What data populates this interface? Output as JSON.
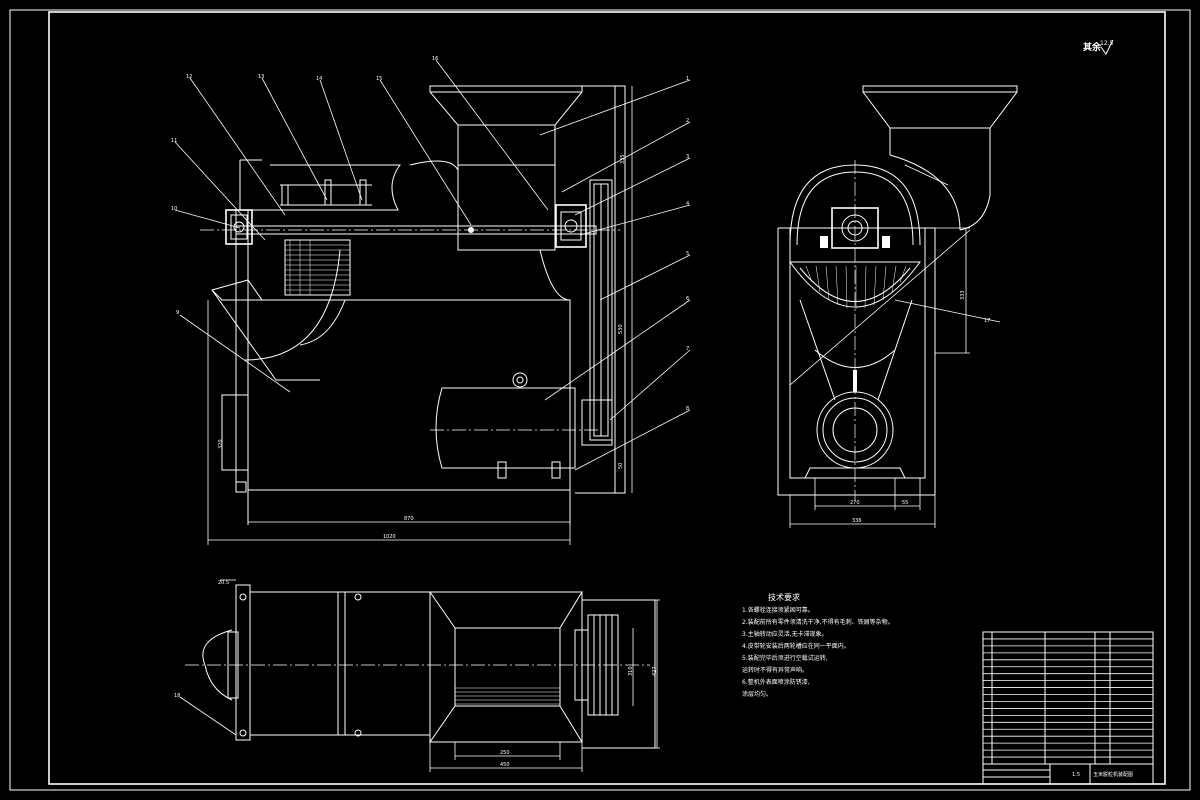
{
  "roughness": {
    "label": "其余",
    "value": "12.5"
  },
  "part_numbers": [
    "1",
    "2",
    "3",
    "4",
    "5",
    "6",
    "7",
    "8",
    "9",
    "10",
    "11",
    "12",
    "13",
    "14",
    "15",
    "16",
    "17",
    "18"
  ],
  "front_view": {
    "dims": {
      "total_length": "1020",
      "base_length": "870",
      "height_upper": "335",
      "height_main": "530",
      "height_lower": "320",
      "base_height": "50"
    }
  },
  "side_view": {
    "dims": {
      "height": "333",
      "width_inner": "270",
      "width_right": "55",
      "width_total": "336"
    }
  },
  "top_view": {
    "dims": {
      "offset": "20.5",
      "depth_total": "427",
      "depth_inner": "310",
      "hopper_inner": "250",
      "hopper_outer": "450"
    }
  },
  "tech_requirements": {
    "title": "技术要求",
    "lines": [
      "1.各螺栓连接须紧固可靠。",
      "2.装配前所有零件须清洗干净,不得有毛刺、铁屑等杂物。",
      "3.主轴转动应灵活,无卡滞现象。",
      "4.皮带轮安装后两轮槽应在同一平面内。",
      "5.装配完毕后须进行空载试运转,",
      "  运转时不得有异常声响。",
      "6.整机外表面喷涂防锈漆,",
      "  涂层均匀。"
    ]
  },
  "title_block": {
    "drawing_name": "玉米脱粒机装配图",
    "scale": "1:5"
  }
}
